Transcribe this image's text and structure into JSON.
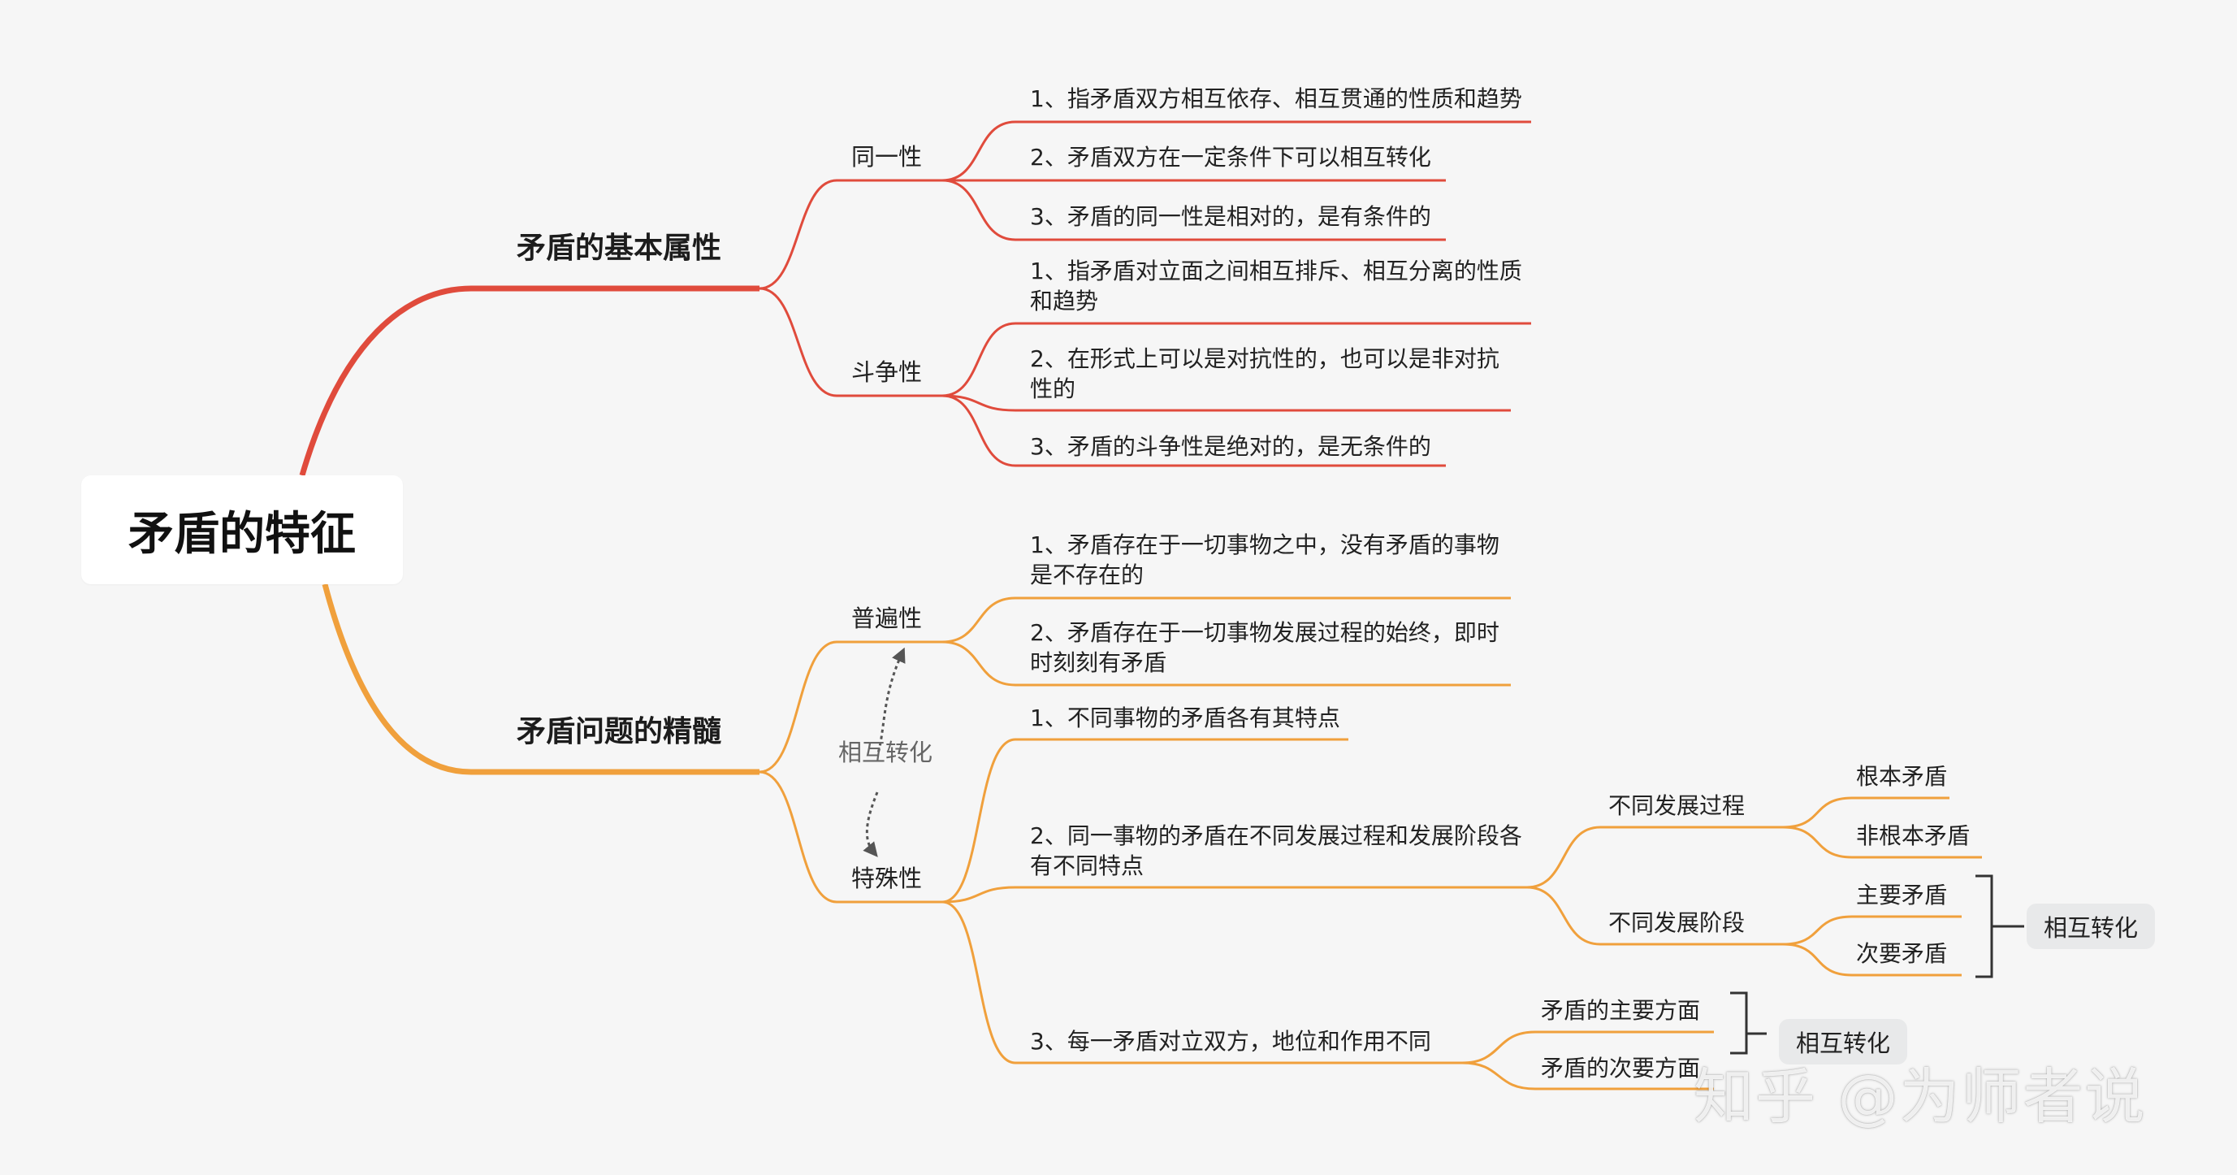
{
  "root": {
    "label": "矛盾的特征"
  },
  "branches": [
    {
      "label": "矛盾的基本属性",
      "color": "#e04b3c",
      "children": [
        {
          "label": "同一性",
          "items": [
            "1、指矛盾双方相互依存、相互贯通的性质和趋势",
            "2、矛盾双方在一定条件下可以相互转化",
            "3、矛盾的同一性是相对的，是有条件的"
          ]
        },
        {
          "label": "斗争性",
          "items": [
            "1、指矛盾对立面之间相互排斥、相互分离的性质和趋势",
            "2、在形式上可以是对抗性的，也可以是非对抗性的",
            "3、矛盾的斗争性是绝对的，是无条件的"
          ]
        }
      ]
    },
    {
      "label": "矛盾问题的精髓",
      "color": "#f0a03c",
      "children": [
        {
          "label": "普遍性",
          "items": [
            "1、矛盾存在于一切事物之中，没有矛盾的事物是不存在的",
            "2、矛盾存在于一切事物发展过程的始终，即时时刻刻有矛盾"
          ]
        },
        {
          "label": "特殊性",
          "items": [
            "1、不同事物的矛盾各有其特点",
            "2、同一事物的矛盾在不同发展过程和发展阶段各有不同特点",
            "3、每一矛盾对立双方，地位和作用不同"
          ],
          "sub_process": {
            "label": "不同发展过程",
            "items": [
              "根本矛盾",
              "非根本矛盾"
            ]
          },
          "sub_stage": {
            "label": "不同发展阶段",
            "items": [
              "主要矛盾",
              "次要矛盾"
            ]
          },
          "aspects": [
            "矛盾的主要方面",
            "矛盾的次要方面"
          ]
        }
      ]
    }
  ],
  "relation_label": "相互转化",
  "tag_stage": "相互转化",
  "tag_aspects": "相互转化",
  "watermark": "知乎 @为师者说"
}
